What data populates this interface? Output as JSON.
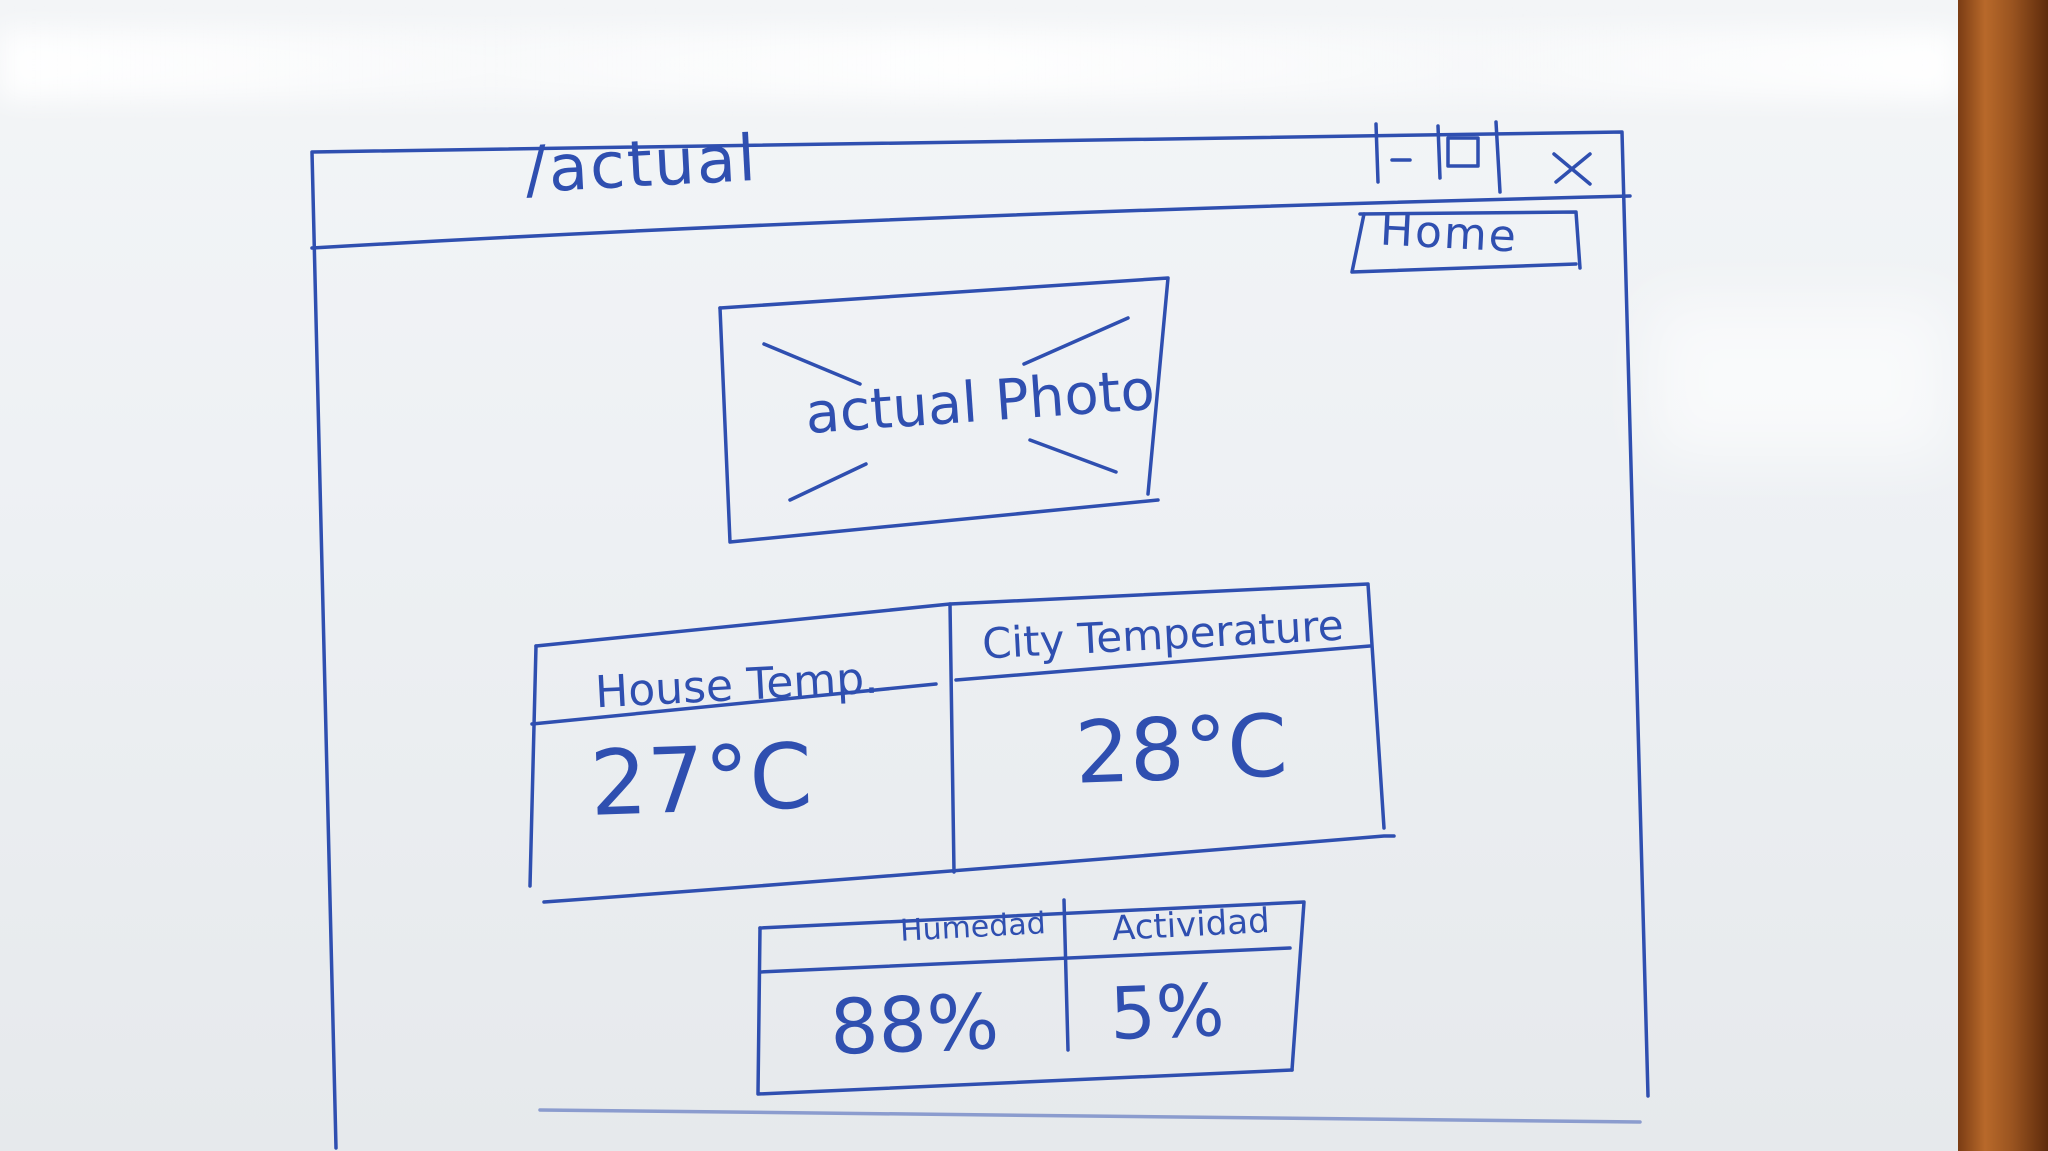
{
  "window": {
    "title": "/actual",
    "controls": [
      "minimize-icon",
      "maximize-icon",
      "close-icon"
    ]
  },
  "nav": {
    "home_label": "Home"
  },
  "photo": {
    "label": "actual Photo"
  },
  "temperature": {
    "house": {
      "label": "House Temp.",
      "value": "27°C"
    },
    "city": {
      "label": "City Temperature",
      "value": "28°C"
    }
  },
  "stats": {
    "humidity": {
      "label": "Humedad",
      "value": "88%"
    },
    "activity": {
      "label": "Actividad",
      "value": "5%"
    }
  },
  "colors": {
    "ink": "#2f4fb0",
    "board": "#eef1f4",
    "frame": "#9a5420"
  }
}
